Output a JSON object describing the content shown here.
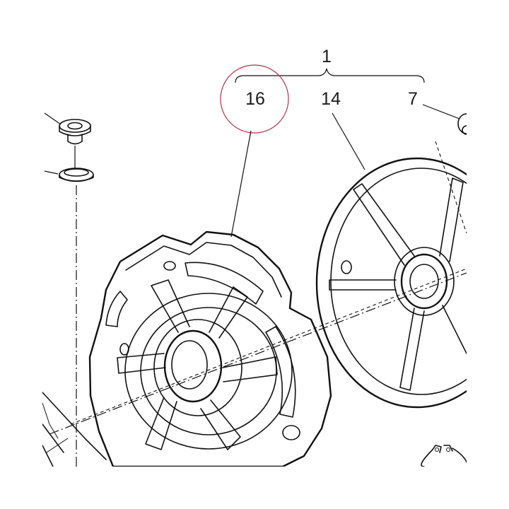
{
  "callouts": {
    "assembly": "1",
    "hub": "16",
    "disc": "14",
    "small_part": "7"
  },
  "highlight_color": "#b3334a",
  "ink_color": "#111111"
}
